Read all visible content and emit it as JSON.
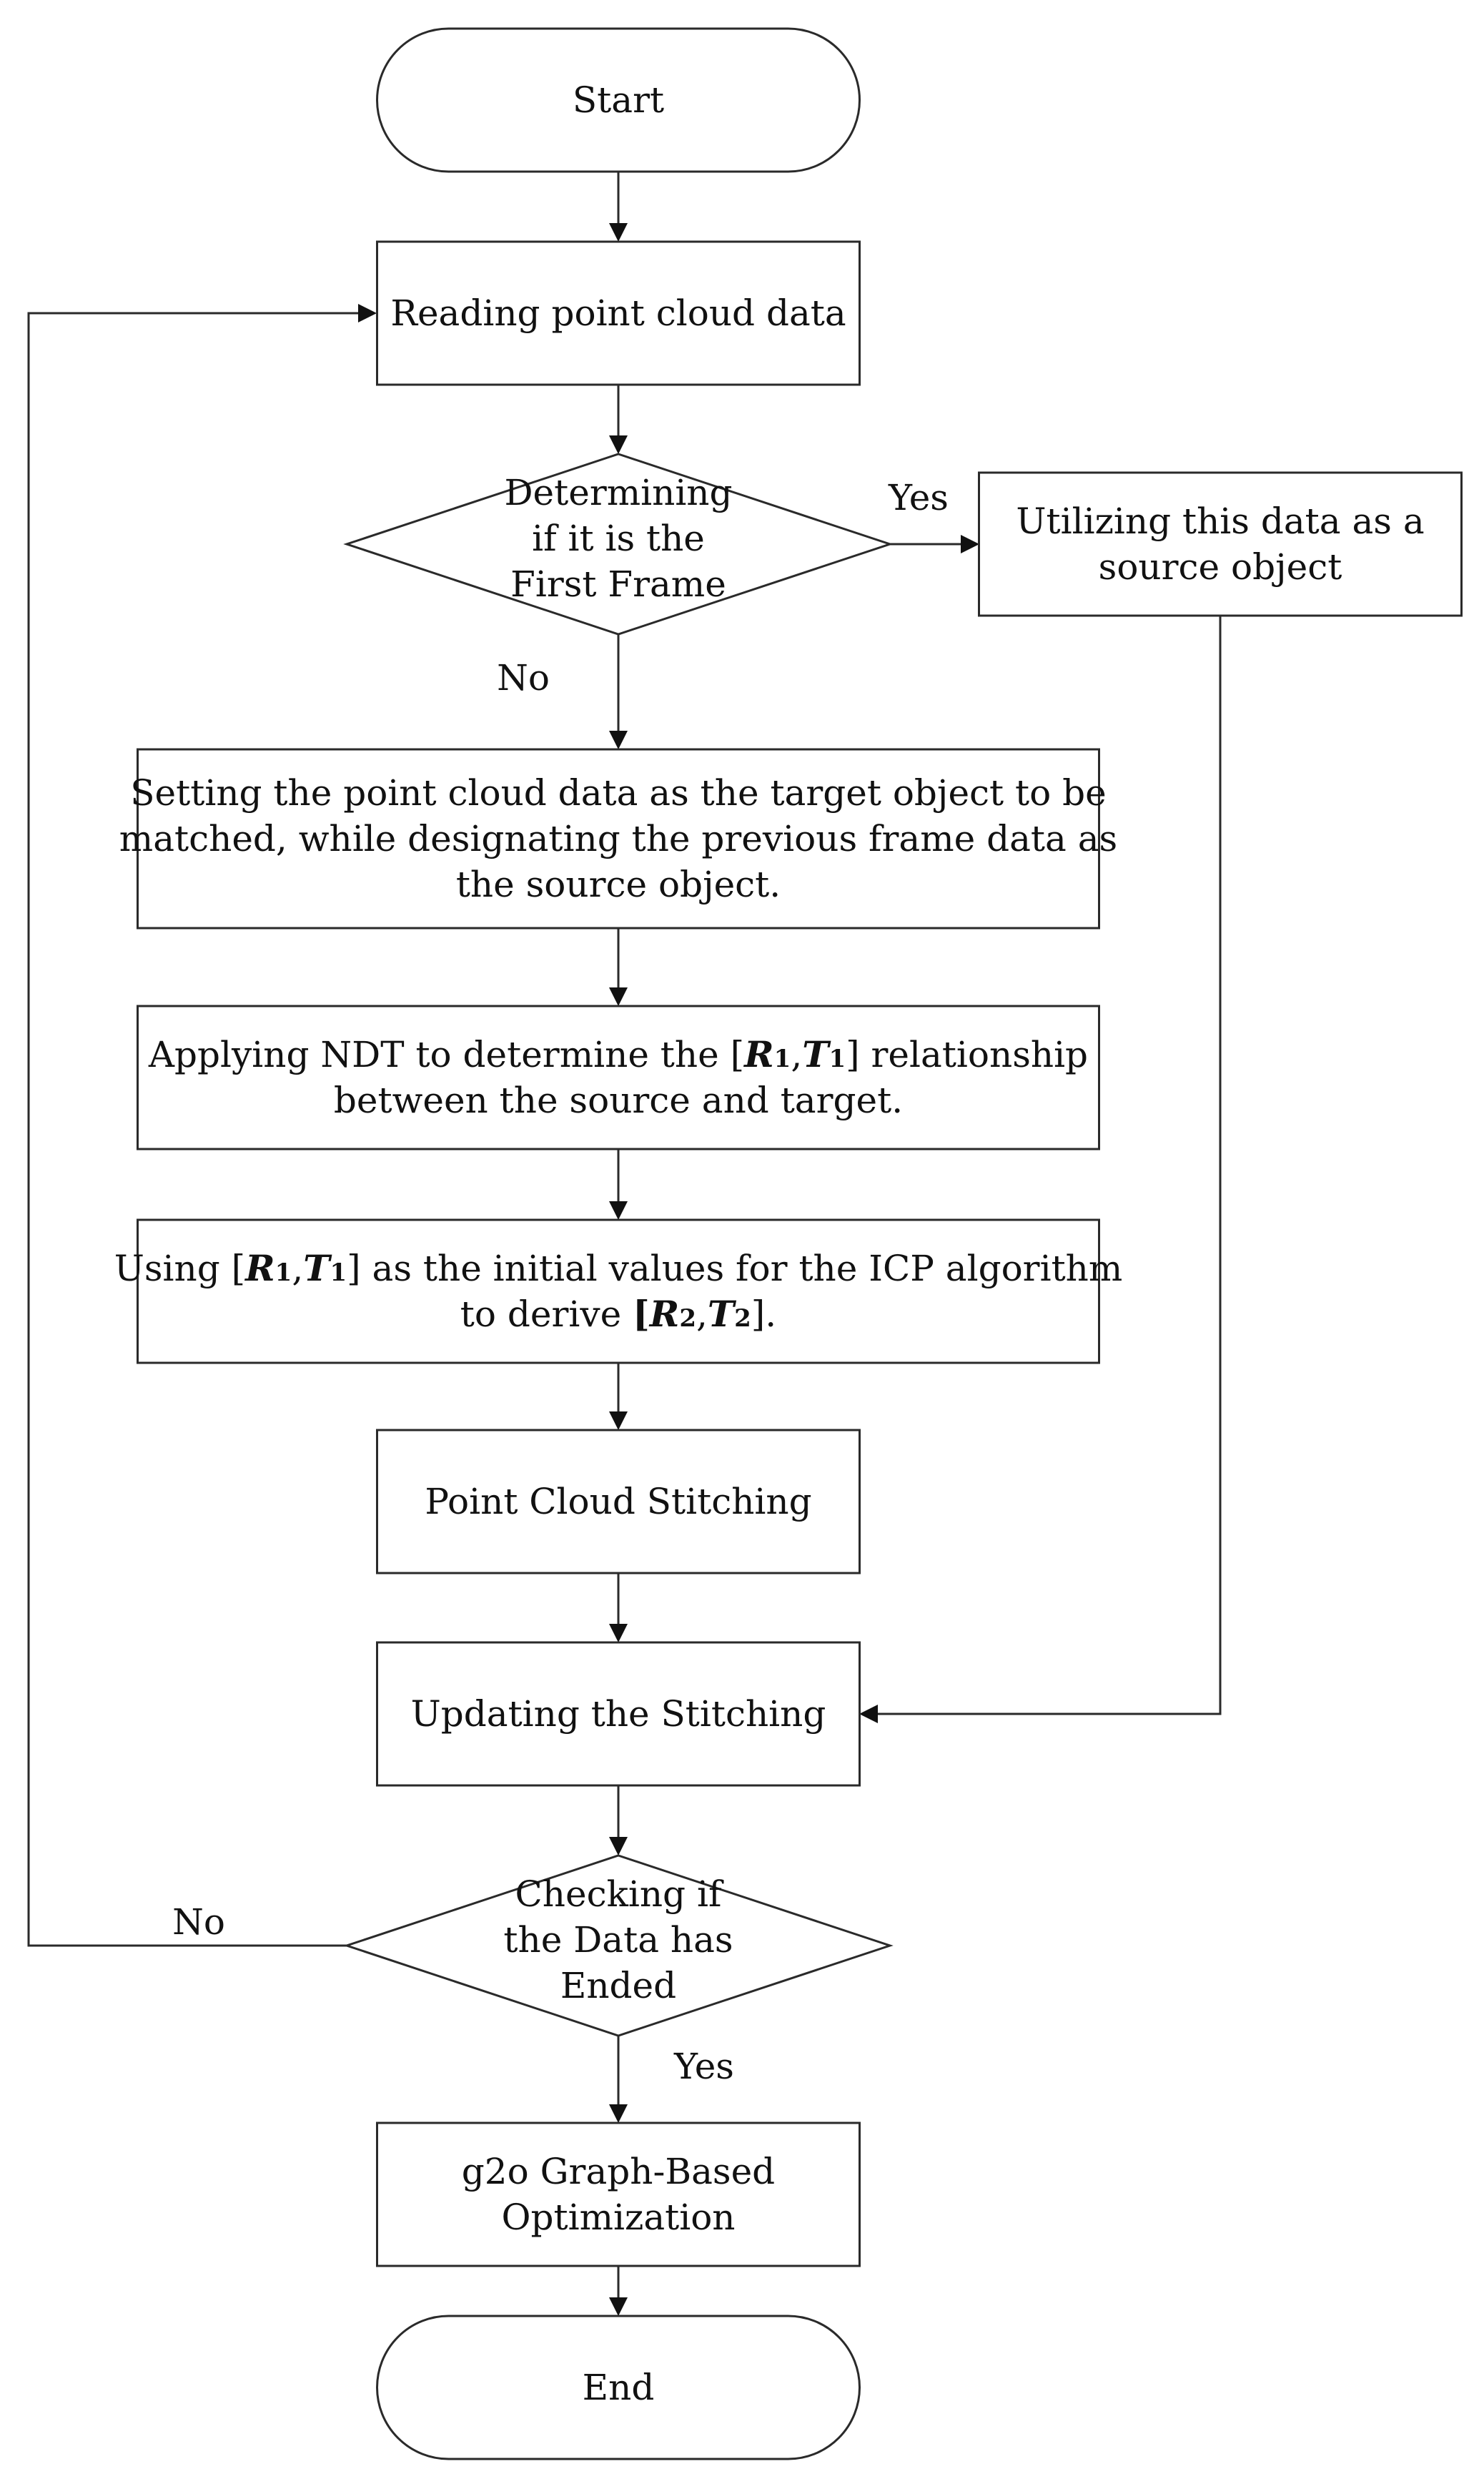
{
  "flowchart": {
    "nodes": [
      {
        "id": "start",
        "shape": "terminal",
        "lines": [
          [
            {
              "t": "Start"
            }
          ]
        ]
      },
      {
        "id": "read",
        "shape": "process",
        "lines": [
          [
            {
              "t": "Reading point cloud data"
            }
          ]
        ]
      },
      {
        "id": "first",
        "shape": "decision",
        "lines": [
          [
            {
              "t": "Determining"
            }
          ],
          [
            {
              "t": "if it is the"
            }
          ],
          [
            {
              "t": "First Frame"
            }
          ]
        ]
      },
      {
        "id": "utilize",
        "shape": "process",
        "lines": [
          [
            {
              "t": "Utilizing this data as a"
            }
          ],
          [
            {
              "t": "source object"
            }
          ]
        ]
      },
      {
        "id": "setting",
        "shape": "process",
        "lines": [
          [
            {
              "t": "Setting the point cloud data as the target object to be"
            }
          ],
          [
            {
              "t": "matched, while designating the previous frame data as"
            }
          ],
          [
            {
              "t": "the source object."
            }
          ]
        ]
      },
      {
        "id": "ndt",
        "shape": "process",
        "lines": [
          [
            {
              "t": "Applying NDT to determine the ["
            },
            {
              "t": "R",
              "bi": true
            },
            {
              "t": "1",
              "small": true
            },
            {
              "t": ","
            },
            {
              "t": "T",
              "bi": true
            },
            {
              "t": "1",
              "small": true
            },
            {
              "t": "] relationship"
            }
          ],
          [
            {
              "t": "between the source and target."
            }
          ]
        ]
      },
      {
        "id": "icp",
        "shape": "process",
        "lines": [
          [
            {
              "t": "Using ["
            },
            {
              "t": "R",
              "bi": true
            },
            {
              "t": "1",
              "small": true
            },
            {
              "t": ","
            },
            {
              "t": "T",
              "bi": true
            },
            {
              "t": "1",
              "small": true
            },
            {
              "t": "] as the initial values for the ICP algorithm"
            }
          ],
          [
            {
              "t": "to derive "
            },
            {
              "t": "[",
              "b": true
            },
            {
              "t": "R",
              "bi": true
            },
            {
              "t": "2",
              "small": true
            },
            {
              "t": ","
            },
            {
              "t": "T",
              "bi": true
            },
            {
              "t": "2",
              "small": true
            },
            {
              "t": "]."
            }
          ]
        ]
      },
      {
        "id": "stitch",
        "shape": "process",
        "lines": [
          [
            {
              "t": "Point Cloud Stitching"
            }
          ]
        ]
      },
      {
        "id": "update",
        "shape": "process",
        "lines": [
          [
            {
              "t": "Updating the Stitching"
            }
          ]
        ]
      },
      {
        "id": "ended",
        "shape": "decision",
        "lines": [
          [
            {
              "t": "Checking if"
            }
          ],
          [
            {
              "t": "the Data has"
            }
          ],
          [
            {
              "t": "Ended"
            }
          ]
        ]
      },
      {
        "id": "g2o",
        "shape": "process",
        "lines": [
          [
            {
              "t": "g2o Graph-Based"
            }
          ],
          [
            {
              "t": "Optimization"
            }
          ]
        ]
      },
      {
        "id": "end",
        "shape": "terminal",
        "lines": [
          [
            {
              "t": "End"
            }
          ]
        ]
      }
    ],
    "edges": [
      {
        "id": "start-read",
        "from": "start",
        "to": "read"
      },
      {
        "id": "read-first",
        "from": "read",
        "to": "first"
      },
      {
        "id": "first-utilize",
        "from": "first",
        "to": "utilize",
        "label": "Yes"
      },
      {
        "id": "first-setting",
        "from": "first",
        "to": "setting",
        "label": "No"
      },
      {
        "id": "setting-ndt",
        "from": "setting",
        "to": "ndt"
      },
      {
        "id": "ndt-icp",
        "from": "ndt",
        "to": "icp"
      },
      {
        "id": "icp-stitch",
        "from": "icp",
        "to": "stitch"
      },
      {
        "id": "stitch-update",
        "from": "stitch",
        "to": "update"
      },
      {
        "id": "utilize-update",
        "from": "utilize",
        "to": "update"
      },
      {
        "id": "update-ended",
        "from": "update",
        "to": "ended"
      },
      {
        "id": "ended-read",
        "from": "ended",
        "to": "read",
        "label": "No"
      },
      {
        "id": "ended-g2o",
        "from": "ended",
        "to": "g2o",
        "label": "Yes"
      },
      {
        "id": "g2o-end",
        "from": "g2o",
        "to": "end"
      }
    ]
  }
}
